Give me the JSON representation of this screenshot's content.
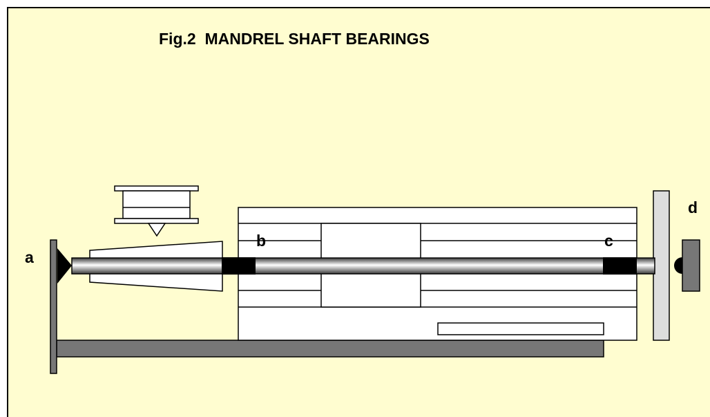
{
  "title": "Fig.2  MANDREL SHAFT BEARINGS",
  "labels": {
    "a": "a",
    "b": "b",
    "c": "c",
    "d": "d"
  },
  "colors": {
    "background": "#fffdd0",
    "frame": "#777777",
    "block_fill": "#ffffff",
    "light_panel": "#dddddd",
    "bearing": "#000000"
  }
}
